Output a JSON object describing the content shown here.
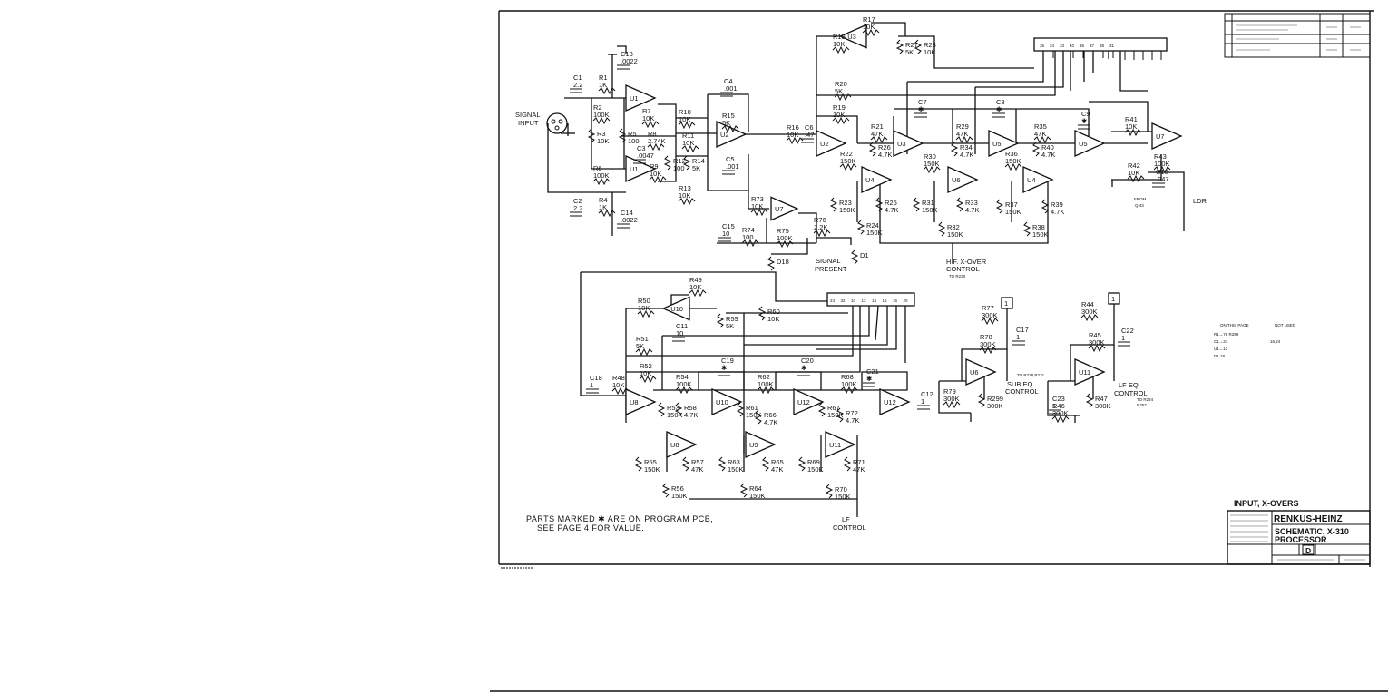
{
  "notes": {
    "parts_marked_1": "PARTS MARKED ✱ ARE ON PROGRAM PCB,",
    "parts_marked_2": "SEE PAGE 4 FOR VALUE."
  },
  "title_block": {
    "section": "INPUT, X-OVERS",
    "company": "RENKUS-HEINZ",
    "title_line1": "SCHEMATIC, X-310",
    "title_line2": "PROCESSOR",
    "size": "D"
  },
  "not_used": {
    "header_left": "ON THIS PAGE",
    "header_right": "NOT USED",
    "rows": [
      {
        "left": "R1→78 R299",
        "right": ""
      },
      {
        "left": "C1→24",
        "right": "16,24"
      },
      {
        "left": "U1→12",
        "right": ""
      },
      {
        "left": "D1,18",
        "right": ""
      }
    ]
  },
  "signals": {
    "signal_input_1": "SIGNAL",
    "signal_input_2": "INPUT",
    "signal_present_1": "SIGNAL",
    "signal_present_2": "PRESENT",
    "hf_xover_1": "H.F. X-OVER",
    "hf_xover_2": "CONTROL",
    "hf_xover_3": "TO R230",
    "lf_control_1": "LF",
    "lf_control_2": "CONTROL",
    "sub_eq_1": "SUB EQ",
    "sub_eq_2": "CONTROL",
    "sub_eq_to": "TO R228,R231",
    "lf_eq_1": "LF EQ",
    "lf_eq_2": "CONTROL",
    "lf_eq_to_1": "TO R224",
    "lf_eq_to_2": "R257",
    "from_1": "FROM",
    "from_2": "Q 43",
    "ldr": "LDR"
  },
  "connectors": {
    "top_pins": [
      "35",
      "34",
      "33",
      "40",
      "36",
      "37",
      "38",
      "31"
    ],
    "bottom_pins": [
      "24",
      "32",
      "10",
      "13",
      "14",
      "15",
      "16",
      "20"
    ],
    "p1": "1",
    "p2": "1"
  },
  "amps": [
    {
      "ref": "U1"
    },
    {
      "ref": "U1"
    },
    {
      "ref": "U2"
    },
    {
      "ref": "U7"
    },
    {
      "ref": "U2"
    },
    {
      "ref": "U3"
    },
    {
      "ref": "U3"
    },
    {
      "ref": "U4"
    },
    {
      "ref": "U5"
    },
    {
      "ref": "U6"
    },
    {
      "ref": "U5"
    },
    {
      "ref": "U7"
    },
    {
      "ref": "U4"
    },
    {
      "ref": "U8"
    },
    {
      "ref": "U10"
    },
    {
      "ref": "U8"
    },
    {
      "ref": "U10"
    },
    {
      "ref": "U9"
    },
    {
      "ref": "U12"
    },
    {
      "ref": "U11"
    },
    {
      "ref": "U12"
    },
    {
      "ref": "U6"
    },
    {
      "ref": "U11"
    },
    {
      "ref": "U6"
    }
  ],
  "parts": [
    {
      "ref": "R17",
      "val": "10K"
    },
    {
      "ref": "R18",
      "val": "10K"
    },
    {
      "ref": "R27",
      "val": "5K"
    },
    {
      "ref": "R28",
      "val": "10K"
    },
    {
      "ref": "R20",
      "val": "5K"
    },
    {
      "ref": "R19",
      "val": "10K"
    },
    {
      "ref": "C13",
      "val": ".0022"
    },
    {
      "ref": "C1",
      "val": "2.2"
    },
    {
      "ref": "R1",
      "val": "1K"
    },
    {
      "ref": "R2",
      "val": "100K"
    },
    {
      "ref": "R7",
      "val": "10K"
    },
    {
      "ref": "R3",
      "val": "10K"
    },
    {
      "ref": "R5",
      "val": "100"
    },
    {
      "ref": "R8",
      "val": "2.74K"
    },
    {
      "ref": "C3",
      "val": ".0047"
    },
    {
      "ref": "R6",
      "val": "100K"
    },
    {
      "ref": "R9",
      "val": "10K"
    },
    {
      "ref": "C2",
      "val": "2.2"
    },
    {
      "ref": "R4",
      "val": "1K"
    },
    {
      "ref": "C14",
      "val": ".0022"
    },
    {
      "ref": "C4",
      "val": ".001"
    },
    {
      "ref": "R10",
      "val": "10K"
    },
    {
      "ref": "R15",
      "val": "5K"
    },
    {
      "ref": "R11",
      "val": "10K"
    },
    {
      "ref": "R12",
      "val": "100"
    },
    {
      "ref": "R14",
      "val": "5K"
    },
    {
      "ref": "C5",
      "val": ".001"
    },
    {
      "ref": "R13",
      "val": "10K"
    },
    {
      "ref": "R16",
      "val": "10K"
    },
    {
      "ref": "C6",
      "val": ".47"
    },
    {
      "ref": "R22",
      "val": "150K"
    },
    {
      "ref": "R21",
      "val": "47K"
    },
    {
      "ref": "R26",
      "val": "4.7K"
    },
    {
      "ref": "C7",
      "val": "✱"
    },
    {
      "ref": "R30",
      "val": "150K"
    },
    {
      "ref": "R23",
      "val": "150K"
    },
    {
      "ref": "R25",
      "val": "4.7K"
    },
    {
      "ref": "R24",
      "val": "150K"
    },
    {
      "ref": "R29",
      "val": "47K"
    },
    {
      "ref": "R34",
      "val": "4.7K"
    },
    {
      "ref": "C8",
      "val": "✱"
    },
    {
      "ref": "R36",
      "val": "150K"
    },
    {
      "ref": "R31",
      "val": "150K"
    },
    {
      "ref": "R33",
      "val": "4.7K"
    },
    {
      "ref": "R32",
      "val": "150K"
    },
    {
      "ref": "R35",
      "val": "47K"
    },
    {
      "ref": "R40",
      "val": "4.7K"
    },
    {
      "ref": "C9",
      "val": "✱"
    },
    {
      "ref": "R37",
      "val": "150K"
    },
    {
      "ref": "R39",
      "val": "4.7K"
    },
    {
      "ref": "R38",
      "val": "150K"
    },
    {
      "ref": "R41",
      "val": "10K"
    },
    {
      "ref": "R43",
      "val": "100K"
    },
    {
      "ref": "C10",
      "val": ".047"
    },
    {
      "ref": "R42",
      "val": "10K"
    },
    {
      "ref": "R73",
      "val": "10K"
    },
    {
      "ref": "C15",
      "val": "10"
    },
    {
      "ref": "R74",
      "val": "100"
    },
    {
      "ref": "R75",
      "val": "100K"
    },
    {
      "ref": "R76",
      "val": "2.2K"
    },
    {
      "ref": "D18",
      "val": ""
    },
    {
      "ref": "D1",
      "val": ""
    },
    {
      "ref": "R49",
      "val": "10K"
    },
    {
      "ref": "R50",
      "val": "10K"
    },
    {
      "ref": "R60",
      "val": "10K"
    },
    {
      "ref": "R59",
      "val": "5K"
    },
    {
      "ref": "C11",
      "val": "10"
    },
    {
      "ref": "R51",
      "val": "5K"
    },
    {
      "ref": "R52",
      "val": "10K"
    },
    {
      "ref": "C18",
      "val": "1"
    },
    {
      "ref": "R48",
      "val": "10K"
    },
    {
      "ref": "R54",
      "val": "100K"
    },
    {
      "ref": "C19",
      "val": "✱"
    },
    {
      "ref": "R53",
      "val": "150K"
    },
    {
      "ref": "R58",
      "val": "4.7K"
    },
    {
      "ref": "R55",
      "val": "150K"
    },
    {
      "ref": "R57",
      "val": "47K"
    },
    {
      "ref": "R56",
      "val": "150K"
    },
    {
      "ref": "R62",
      "val": "100K"
    },
    {
      "ref": "C20",
      "val": "✱"
    },
    {
      "ref": "R61",
      "val": "150K"
    },
    {
      "ref": "R66",
      "val": "4.7K"
    },
    {
      "ref": "R63",
      "val": "150K"
    },
    {
      "ref": "R65",
      "val": "47K"
    },
    {
      "ref": "R64",
      "val": "150K"
    },
    {
      "ref": "R68",
      "val": "100K"
    },
    {
      "ref": "C21",
      "val": "✱"
    },
    {
      "ref": "R67",
      "val": "150K"
    },
    {
      "ref": "R72",
      "val": "4.7K"
    },
    {
      "ref": "R69",
      "val": "150K"
    },
    {
      "ref": "R71",
      "val": "47K"
    },
    {
      "ref": "R70",
      "val": "150K"
    },
    {
      "ref": "R77",
      "val": "300K"
    },
    {
      "ref": "C17",
      "val": "1"
    },
    {
      "ref": "R78",
      "val": "300K"
    },
    {
      "ref": "C12",
      "val": "1"
    },
    {
      "ref": "R79",
      "val": "300K"
    },
    {
      "ref": "R299",
      "val": "300K"
    },
    {
      "ref": "R44",
      "val": "300K"
    },
    {
      "ref": "C22",
      "val": "1"
    },
    {
      "ref": "R45",
      "val": "300K"
    },
    {
      "ref": "C23",
      "val": "1"
    },
    {
      "ref": "R46",
      "val": "300K"
    },
    {
      "ref": "R47",
      "val": "300K"
    }
  ]
}
